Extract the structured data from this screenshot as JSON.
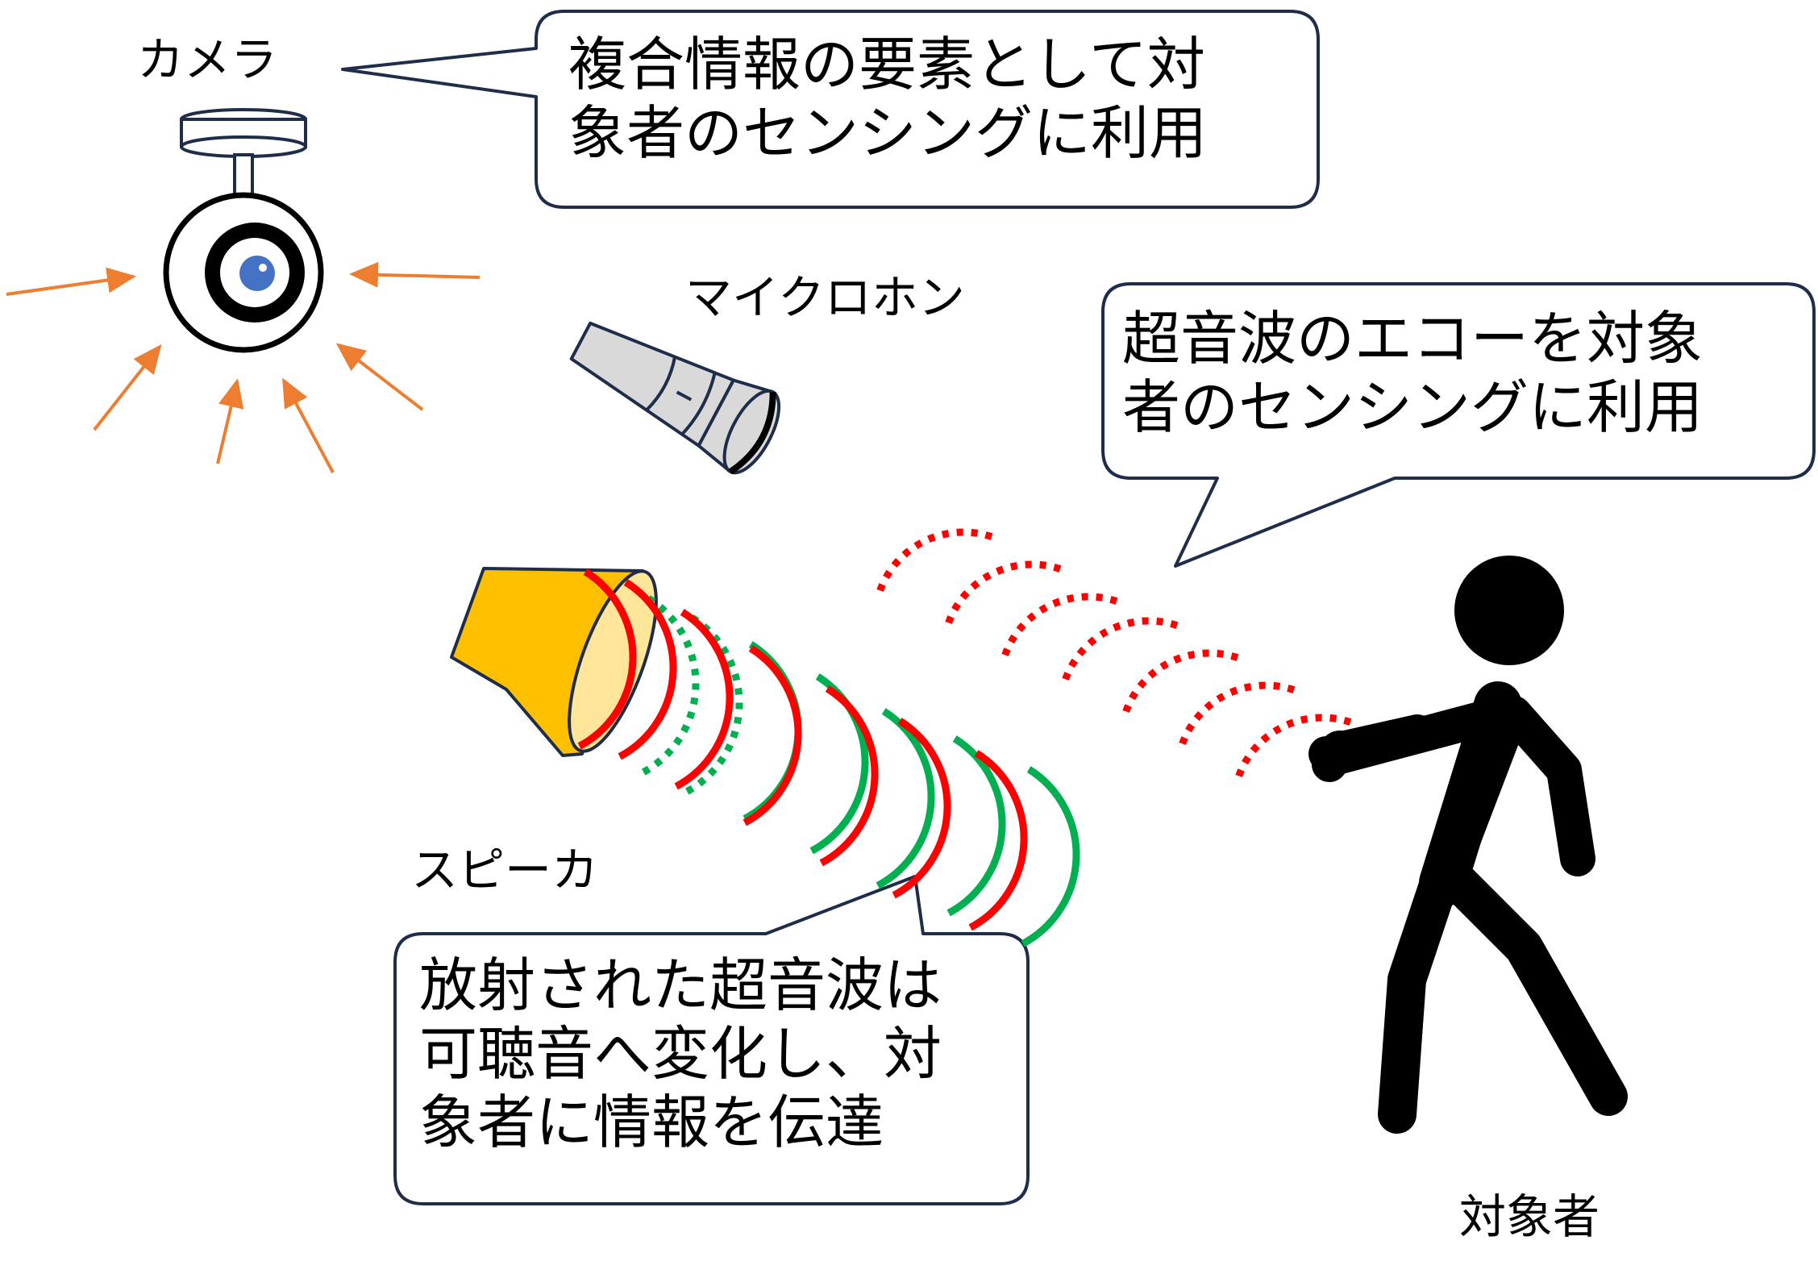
{
  "labels": {
    "camera": "カメラ",
    "microphone": "マイクロホン",
    "speaker": "スピーカ",
    "subject": "対象者"
  },
  "bubbles": {
    "camera": "複合情報の要素として対\n象者のセンシングに利用",
    "echo": "超音波のエコーを対象\n者のセンシングに利用",
    "speaker": "放射された超音波は\n可聴音へ変化し、対\n象者に情報を伝達"
  },
  "colors": {
    "outline": "#1f2d4a",
    "arrow": "#ed7d31",
    "wave_red": "#ff0000",
    "wave_green": "#00b050",
    "speaker_fill": "#ffc000",
    "speaker_mouth": "#ffe699",
    "mic_body": "#d9d9d9",
    "lens_iris": "#4472c4",
    "person": "#000000"
  },
  "icons": {
    "camera": "ceiling-camera-icon",
    "microphone": "microphone-icon",
    "speaker": "horn-speaker-icon",
    "person": "walking-person-icon"
  }
}
